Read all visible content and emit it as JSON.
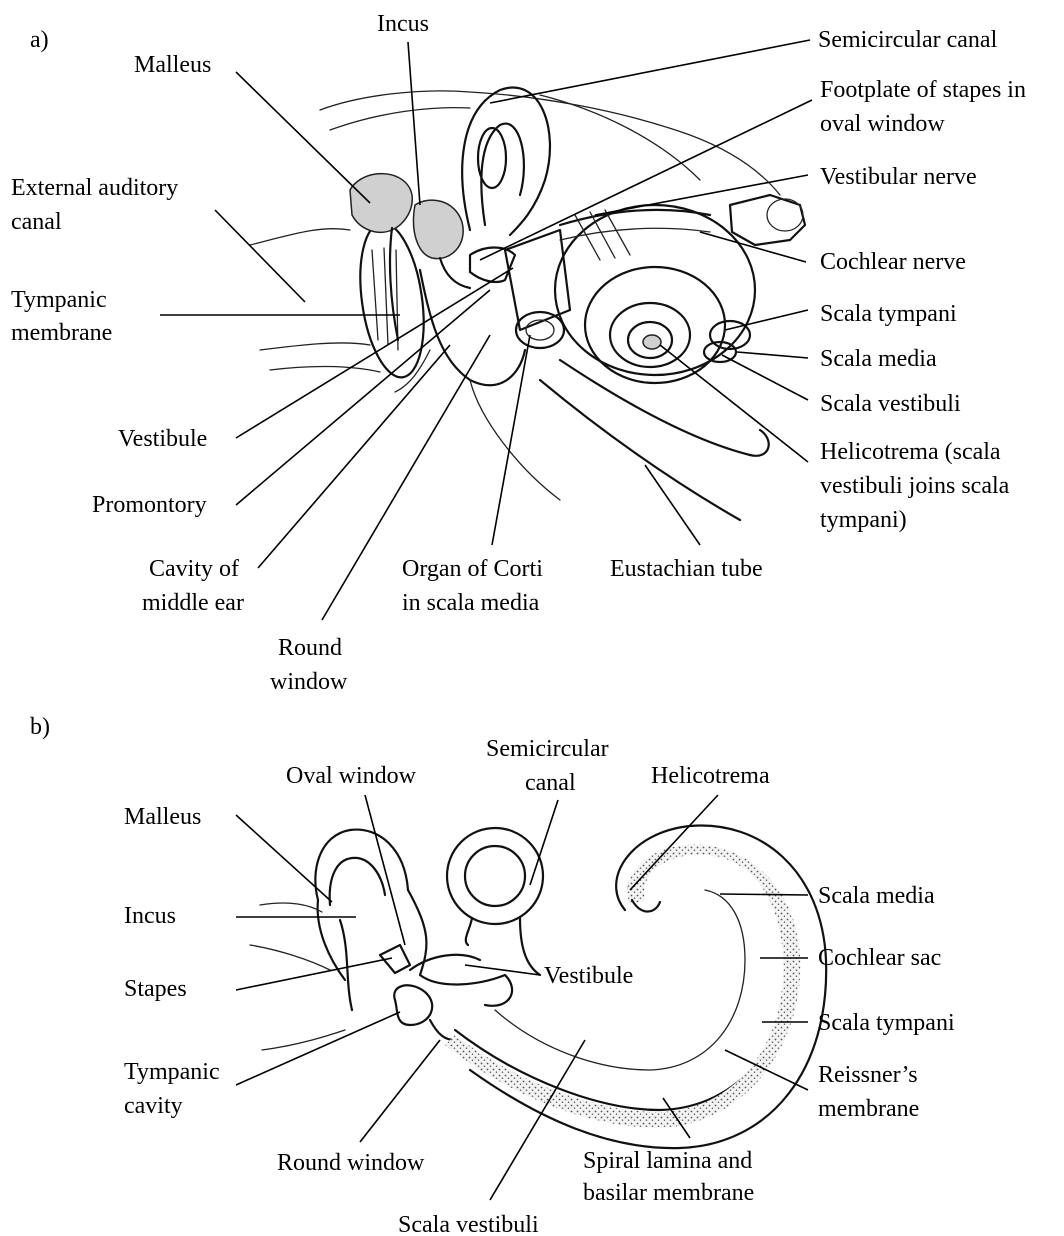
{
  "panel_a": {
    "tag": "a)",
    "labels": {
      "incus": "Incus",
      "malleus": "Malleus",
      "semicircular_canal": "Semicircular canal",
      "footplate_1": "Footplate of stapes in",
      "footplate_2": "oval window",
      "ext_canal_1": "External auditory",
      "ext_canal_2": "canal",
      "vestibular_nerve": "Vestibular nerve",
      "cochlear_nerve": "Cochlear nerve",
      "tympanic_1": "Tympanic",
      "tympanic_2": "membrane",
      "scala_tympani": "Scala tympani",
      "scala_media": "Scala media",
      "scala_vestibuli": "Scala vestibuli",
      "vestibule": "Vestibule",
      "helicotrema_1": "Helicotrema (scala",
      "helicotrema_2": "vestibuli joins scala",
      "helicotrema_3": "tympani)",
      "promontory": "Promontory",
      "cavity_1": "Cavity of",
      "cavity_2": "middle ear",
      "organ_1": "Organ of Corti",
      "organ_2": "in scala media",
      "eustachian": "Eustachian tube",
      "round_1": "Round",
      "round_2": "window"
    }
  },
  "panel_b": {
    "tag": "b)",
    "labels": {
      "semicircular_1": "Semicircular",
      "semicircular_2": "canal",
      "oval_window": "Oval window",
      "helicotrema": "Helicotrema",
      "malleus": "Malleus",
      "scala_media": "Scala media",
      "incus": "Incus",
      "cochlear_sac": "Cochlear sac",
      "stapes": "Stapes",
      "vestibule": "Vestibule",
      "scala_tympani": "Scala tympani",
      "tympanic_1": "Tympanic",
      "tympanic_2": "cavity",
      "reissner_1": "Reissner’s",
      "reissner_2": "membrane",
      "round_window": "Round window",
      "spiral_1": "Spiral lamina and",
      "spiral_2": "basilar membrane",
      "scala_vestibuli": "Scala vestibuli"
    }
  }
}
